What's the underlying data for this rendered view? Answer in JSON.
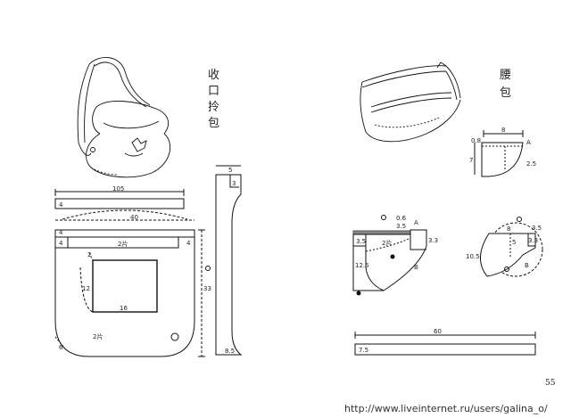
{
  "left_title": [
    "收",
    "口",
    "拎",
    "包"
  ],
  "right_title": [
    "腰",
    "包"
  ],
  "page_number": "55",
  "watermark": "http://www.liveinternet.ru/users/galina_o/",
  "left_pattern": {
    "strip_length": "105",
    "strip_width": "4",
    "main_width": "40",
    "main_left_4a": "4",
    "main_left_4b": "4",
    "main_right_4": "4",
    "flap_label": "2片",
    "body_label": "2片",
    "pocket_side": "12",
    "pocket_bottom": "16",
    "body_height": "33",
    "corner_a": "2",
    "corner_b": "6",
    "side_top": "5",
    "side_notch": "3",
    "side_bottom": "8.5"
  },
  "right_pattern": {
    "piece1_width": "8",
    "piece1_left": "0.8",
    "piece1_height": "7",
    "piece1_mark_a": "A",
    "piece1_radius": "2.5",
    "piece2_top_a": "0.6",
    "piece2_top_b": "3.5",
    "piece2_mark_a": "A",
    "piece2_label": "2片",
    "piece2_left": "3.5",
    "piece2_right": "3.3",
    "piece2_inner": "12.5",
    "piece2_mark_b": "B",
    "piece3_top": "8",
    "piece3_right": "3.5",
    "piece3_left": "10.5",
    "piece3_inner": "5",
    "piece3_small": "3.3",
    "piece3_mark_b": "B",
    "strap_length": "60",
    "strap_width": "7.5"
  }
}
